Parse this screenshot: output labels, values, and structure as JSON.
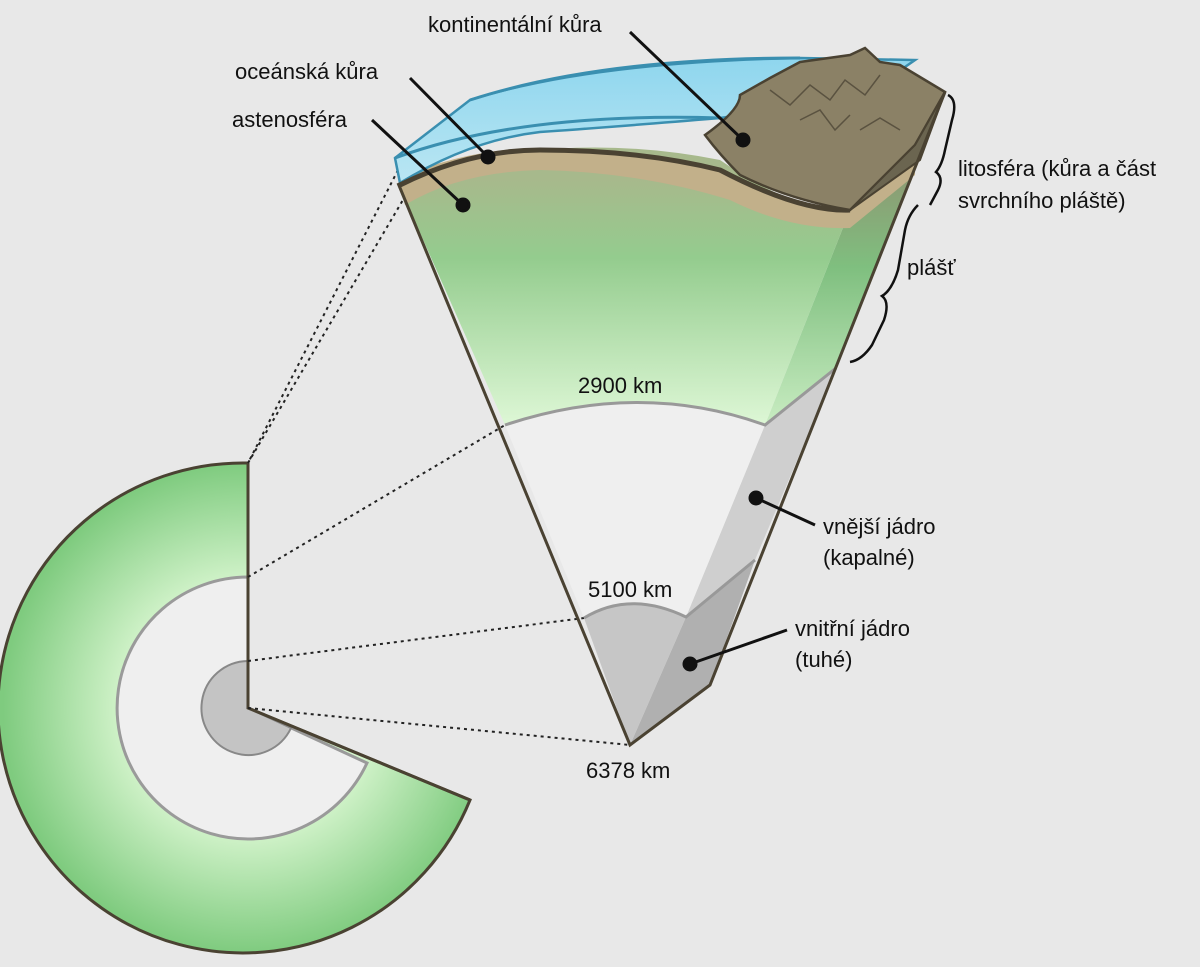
{
  "labels": {
    "continental_crust": "kontinentální kůra",
    "oceanic_crust": "oceánská kůra",
    "asthenosphere": "astenosféra",
    "lithosphere_line1": "litosféra (kůra a část",
    "lithosphere_line2": "svrchního pláště)",
    "mantle": "plášť",
    "outer_core_line1": "vnější jádro",
    "outer_core_line2": "(kapalné)",
    "inner_core_line1": "vnitřní jádro",
    "inner_core_line2": "(tuhé)"
  },
  "depths": {
    "mantle_base": "2900 km",
    "outer_core_base": "5100 km",
    "center": "6378 km"
  },
  "colors": {
    "background": "#e8e8e8",
    "mantle_green": "#8fd08f",
    "mantle_light": "#d8f5d0",
    "outer_core": "#efefef",
    "inner_core": "#c4c4c4",
    "crust_brown": "#8b8166",
    "ocean_blue": "#8fd3ea",
    "asthenosphere_tan": "#c2b08a",
    "outline": "#4a4232"
  }
}
